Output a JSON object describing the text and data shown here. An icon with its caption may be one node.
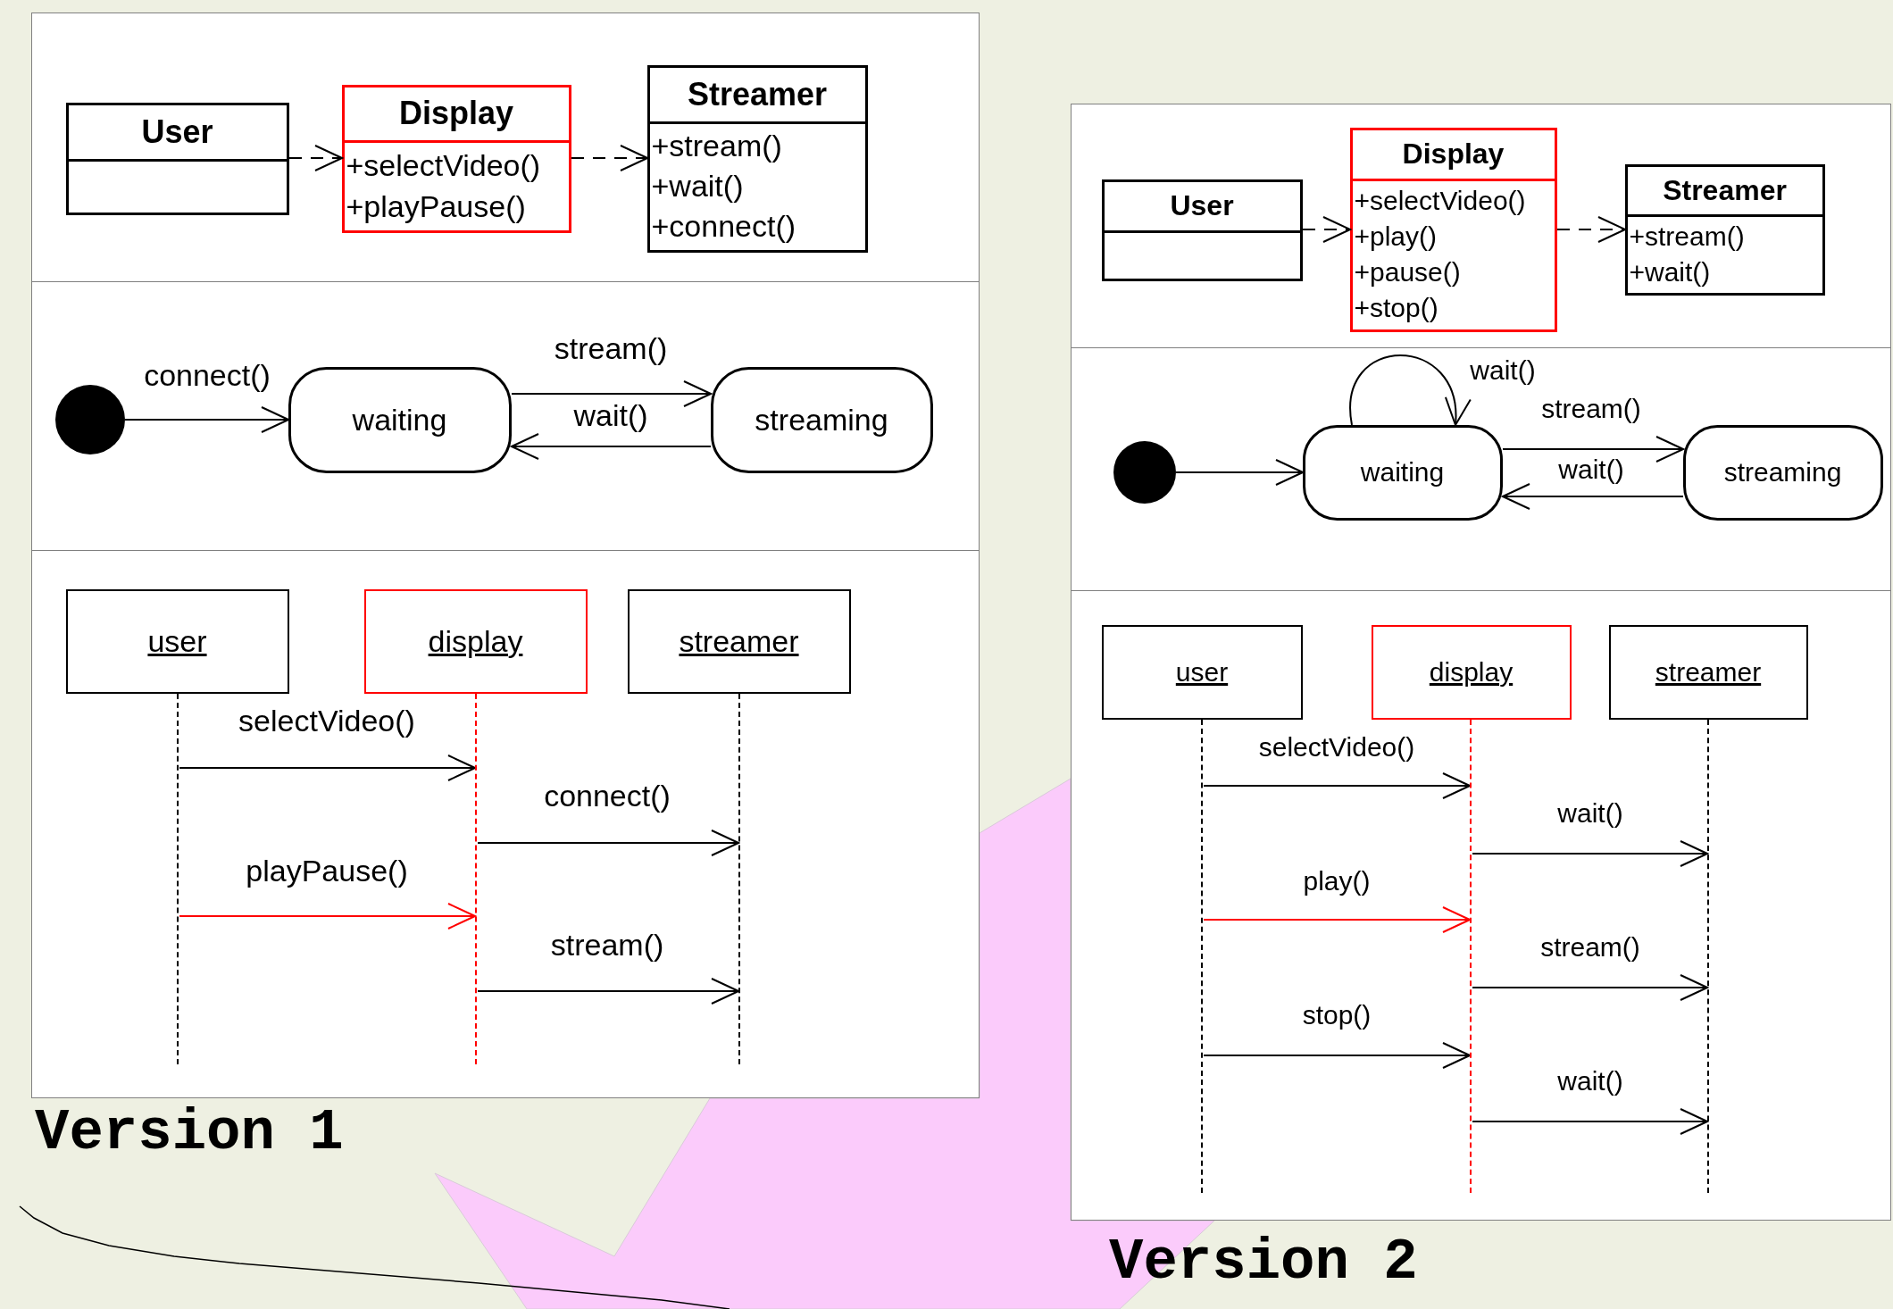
{
  "diagram": {
    "nodes": [
      {
        "text": [
          "Version 1"
        ]
      },
      {
        "text": [
          "User"
        ],
        "in": 0
      },
      {
        "text": [
          "Display",
          "+selectVideo()",
          "+playPause()"
        ],
        "in": 0
      },
      {
        "text": [
          "Streamer",
          "+stream()",
          "+wait()",
          "+connect()"
        ],
        "in": 0
      },
      {
        "text": [],
        "shape": "circle",
        "in": 0
      },
      {
        "text": [
          "waiting"
        ],
        "in": 0
      },
      {
        "text": [
          "streaming"
        ],
        "in": 0
      },
      {
        "text": [
          "user"
        ],
        "in": 0
      },
      {
        "text": [
          "display"
        ],
        "in": 0
      },
      {
        "text": [
          "streamer"
        ],
        "in": 0
      },
      {
        "text": [],
        "shape": "line",
        "in": 0
      },
      {
        "text": [],
        "shape": "line",
        "in": 0
      },
      {
        "text": [],
        "shape": "line",
        "in": 0
      },
      {
        "text": [
          "Version 2"
        ]
      },
      {
        "text": [
          "User"
        ],
        "in": 13
      },
      {
        "text": [
          "Display",
          "+selectVideo()",
          "+play()",
          "+pause()",
          "+stop()"
        ],
        "in": 13
      },
      {
        "text": [
          "Streamer",
          "+stream()",
          "+wait()"
        ],
        "in": 13
      },
      {
        "text": [],
        "shape": "circle",
        "in": 13
      },
      {
        "text": [
          "waiting"
        ],
        "in": 13
      },
      {
        "text": [
          "streaming"
        ],
        "in": 13
      },
      {
        "text": [
          "user"
        ],
        "in": 13
      },
      {
        "text": [
          "display"
        ],
        "in": 13
      },
      {
        "text": [
          "streamer"
        ],
        "in": 13
      },
      {
        "text": [],
        "shape": "line",
        "in": 13
      },
      {
        "text": [],
        "shape": "line",
        "in": 13
      },
      {
        "text": [],
        "shape": "line",
        "in": 13
      }
    ],
    "edges": [
      {
        "from": 1,
        "to": 2,
        "arrow": "to",
        "style": "dashed"
      },
      {
        "from": 2,
        "to": 3,
        "arrow": "to",
        "style": "dashed"
      },
      {
        "from": 4,
        "to": 5,
        "arrow": "to",
        "label": "connect()"
      },
      {
        "from": 5,
        "to": 6,
        "arrow": "to",
        "label": "stream()"
      },
      {
        "from": 6,
        "to": 5,
        "arrow": "to",
        "label": "wait()"
      },
      {
        "from": 10,
        "to": 11,
        "arrow": "to",
        "label": "selectVideo()"
      },
      {
        "from": 11,
        "to": 12,
        "arrow": "to",
        "label": "connect()"
      },
      {
        "from": 10,
        "to": 11,
        "arrow": "to",
        "label": "playPause()",
        "color": "#ff0000"
      },
      {
        "from": 11,
        "to": 12,
        "arrow": "to",
        "label": "stream()"
      },
      {
        "from": 14,
        "to": 15,
        "arrow": "to",
        "style": "dashed"
      },
      {
        "from": 15,
        "to": 16,
        "arrow": "to",
        "style": "dashed"
      },
      {
        "from": 17,
        "to": 18,
        "arrow": "to"
      },
      {
        "from": 18,
        "to": 18,
        "arrow": "to",
        "label": "wait()"
      },
      {
        "from": 18,
        "to": 19,
        "arrow": "to",
        "label": "stream()"
      },
      {
        "from": 19,
        "to": 18,
        "arrow": "to",
        "label": "wait()"
      },
      {
        "from": 23,
        "to": 24,
        "arrow": "to",
        "label": "selectVideo()"
      },
      {
        "from": 24,
        "to": 25,
        "arrow": "to",
        "label": "wait()"
      },
      {
        "from": 23,
        "to": 24,
        "arrow": "to",
        "label": "play()",
        "color": "#ff0000"
      },
      {
        "from": 24,
        "to": 25,
        "arrow": "to",
        "label": "stream()"
      },
      {
        "from": 23,
        "to": 24,
        "arrow": "to",
        "label": "stop()"
      },
      {
        "from": 24,
        "to": 25,
        "arrow": "to",
        "label": "wait()"
      },
      {
        "from": 0,
        "to": 13,
        "arrow": "none",
        "style": "thick",
        "color": "#fbcbfb"
      }
    ]
  }
}
